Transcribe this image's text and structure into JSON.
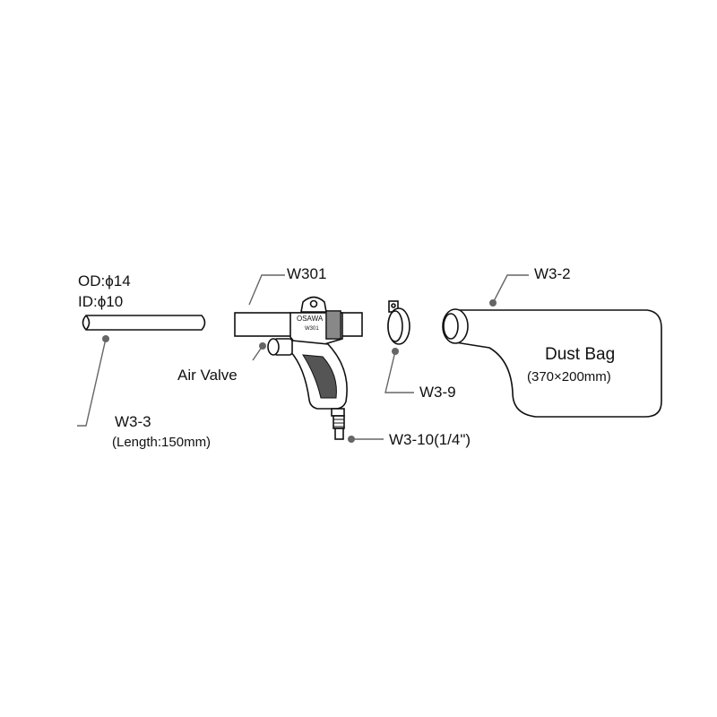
{
  "tube": {
    "od": "OD:ϕ14",
    "id": "ID:ϕ10",
    "part": "W3-3",
    "length": "(Length:150mm)"
  },
  "gun": {
    "part": "W301",
    "brand": "OSAWA",
    "model": "W301",
    "air_valve": "Air Valve"
  },
  "clamp": {
    "part": "W3-9"
  },
  "coupler": {
    "part": "W3-10(1/4\")"
  },
  "bag": {
    "part": "W3-2",
    "name": "Dust Bag",
    "size": "(370×200mm)"
  }
}
